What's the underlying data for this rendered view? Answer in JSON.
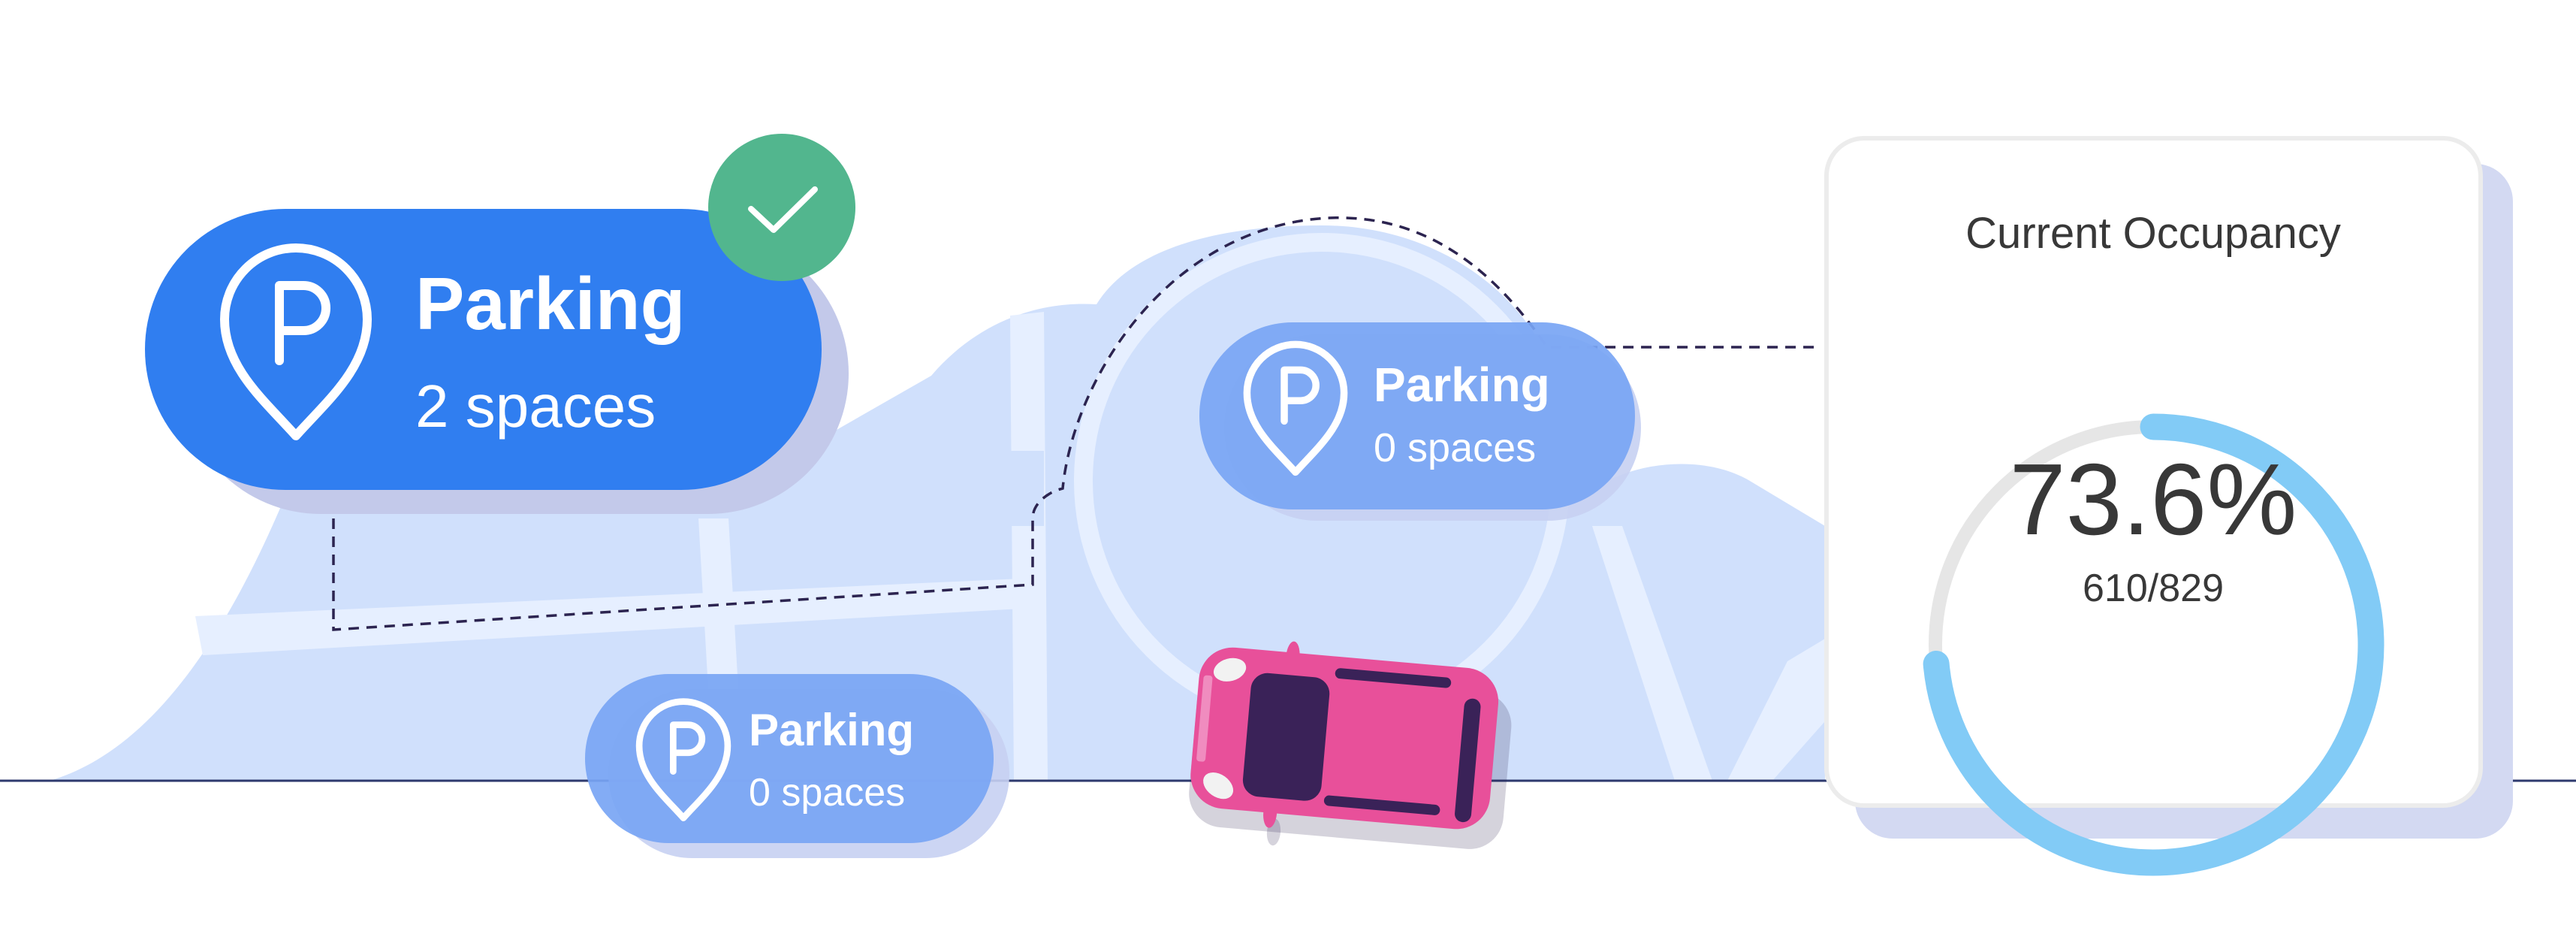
{
  "colors": {
    "map": "#d0e0fc",
    "road": "#e6efff",
    "primary_pill": "#307ef0",
    "secondary_pill": "#78a5f4",
    "check": "#52b68e",
    "gauge_fill": "#82cbf6",
    "gauge_track": "#e6e6e6",
    "car": "#e8509a",
    "car_dark": "#3a2258",
    "text_dark": "#383838"
  },
  "pins": [
    {
      "title": "Parking",
      "spaces": "2 spaces",
      "selected": true,
      "icon": "parking-pin-icon"
    },
    {
      "title": "Parking",
      "spaces": "0 spaces",
      "selected": false,
      "icon": "parking-pin-icon"
    },
    {
      "title": "Parking",
      "spaces": "0 spaces",
      "selected": false,
      "icon": "parking-pin-icon"
    }
  ],
  "occupancy": {
    "title": "Current Occupancy",
    "percent_label": "73.6%",
    "count_label": "610/829",
    "fraction": 0.736
  }
}
